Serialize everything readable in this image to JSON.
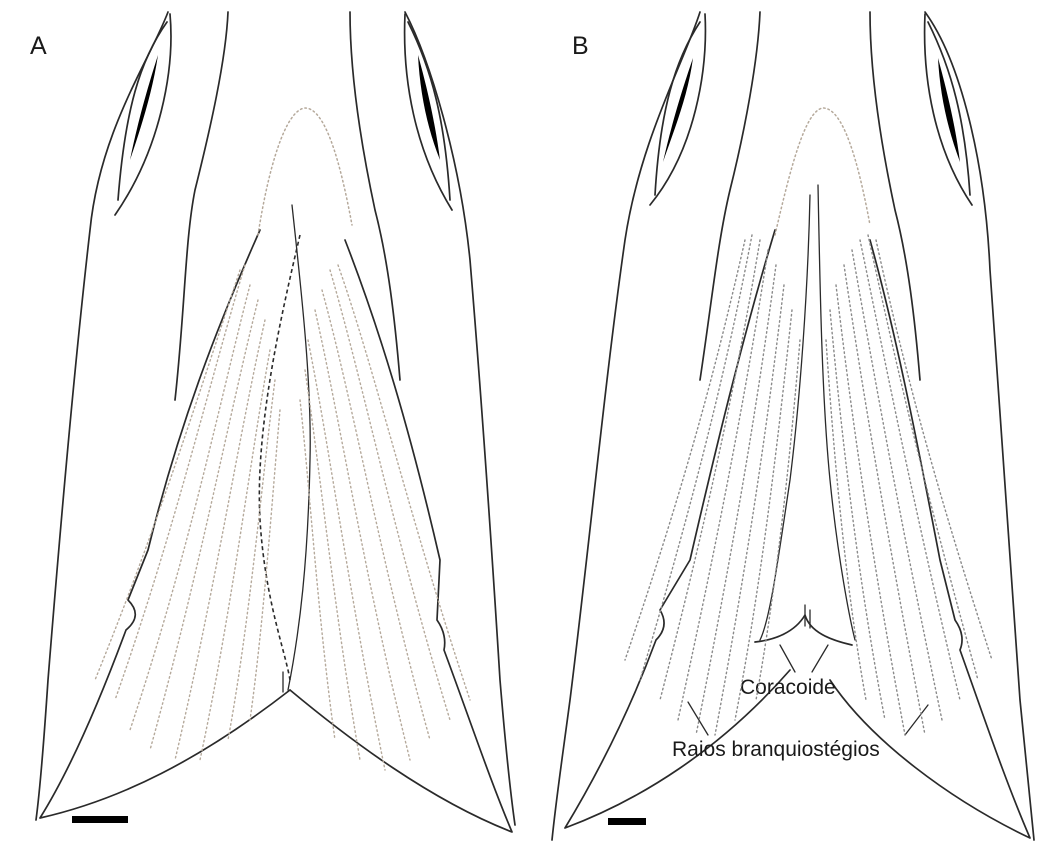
{
  "panels": [
    {
      "letter": "A"
    },
    {
      "letter": "B",
      "labels": {
        "coracoid": "Coracoide",
        "branchiostegal_rays": "Raios branquiostégios"
      }
    }
  ]
}
